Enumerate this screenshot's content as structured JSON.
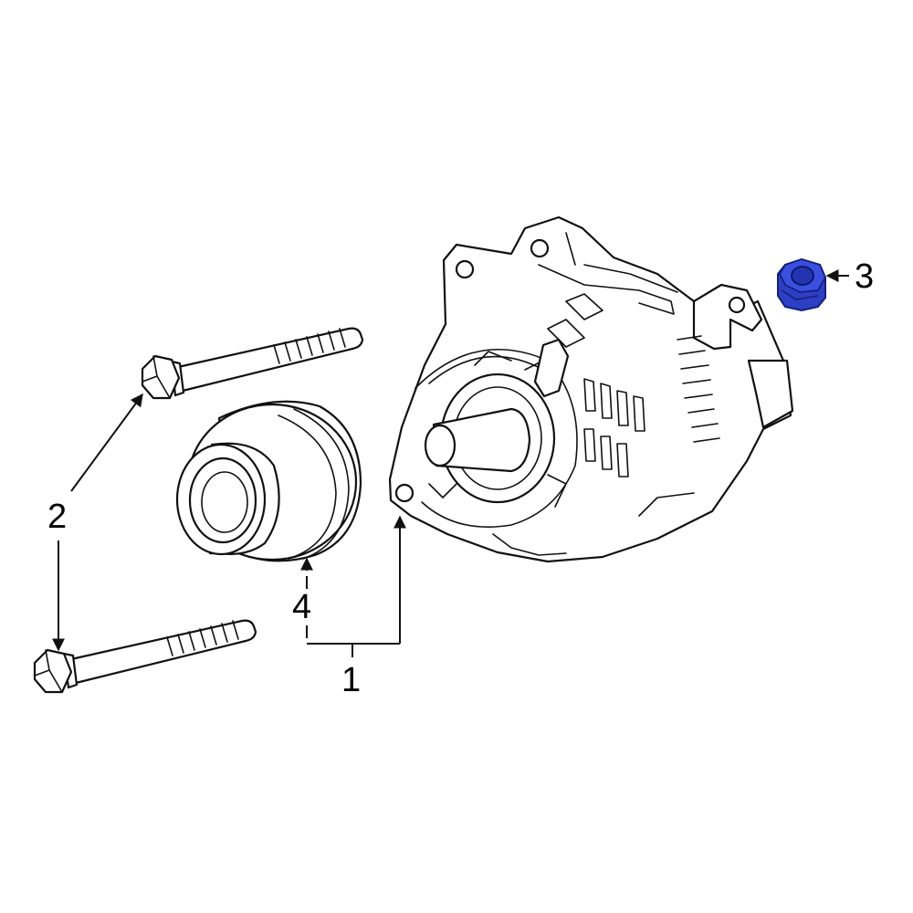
{
  "callouts": {
    "alternator": "1",
    "bolt": "2",
    "nut": "3",
    "pulley": "4"
  },
  "colors": {
    "highlight": "#2d3fc4",
    "highlight_dark": "#14207a",
    "line": "#111111",
    "background": "#ffffff"
  }
}
